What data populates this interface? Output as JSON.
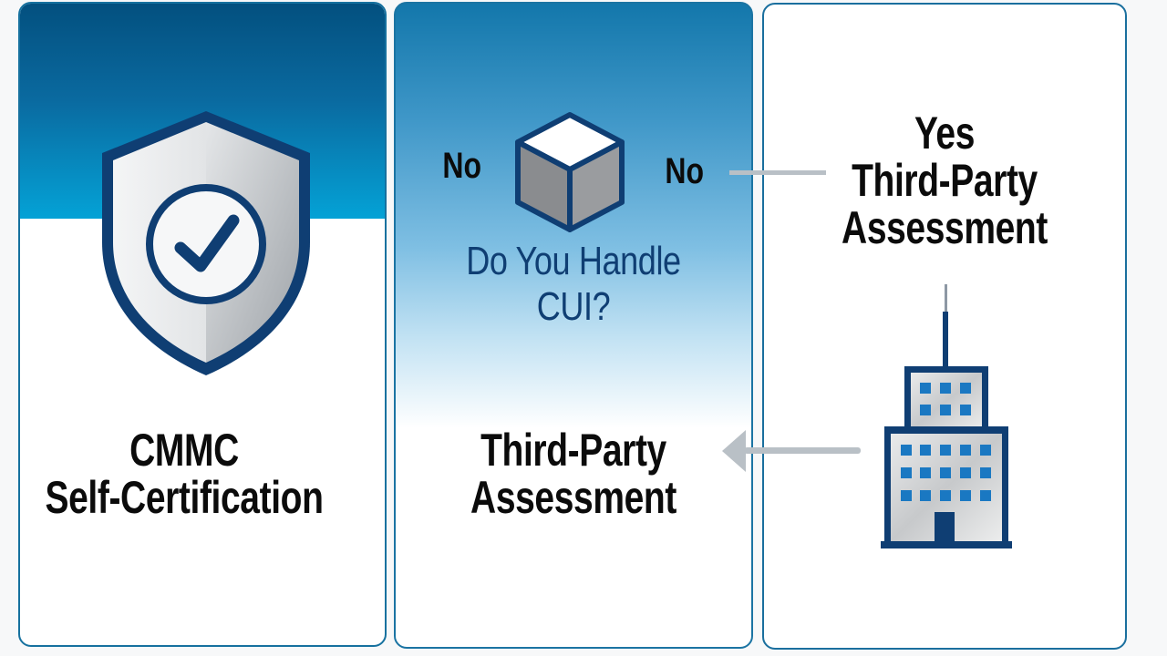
{
  "panels": [
    {
      "id": "self-certification",
      "icon": "shield-check-icon",
      "title_line1": "CMMC",
      "title_line2": "Self-Certification"
    },
    {
      "id": "decision",
      "icon": "cube-icon",
      "left_label": "No",
      "right_label": "No",
      "question_line1": "Do You Handle",
      "question_line2": "CUI?",
      "result_line1": "Third-Party",
      "result_line2": "Assessment"
    },
    {
      "id": "third-party",
      "icon": "building-icon",
      "title_line1": "Yes",
      "title_line2": "Third-Party",
      "title_line3": "Assessment"
    }
  ],
  "colors": {
    "navy": "#0f3e73",
    "accent_blue": "#04a2d6",
    "dark_blue": "#03507f",
    "window_blue": "#1a78c2",
    "connector_gray": "#b9c0c6"
  }
}
